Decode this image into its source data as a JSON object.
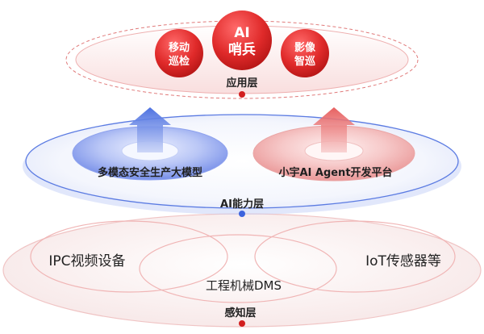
{
  "app_layer": {
    "label": "应用层",
    "center": {
      "line1": "AI",
      "line2": "哨兵"
    },
    "left": {
      "line1": "移动",
      "line2": "巡检"
    },
    "right": {
      "line1": "影像",
      "line2": "智巡"
    }
  },
  "ai_layer": {
    "label": "AI能力层",
    "left_module": "多模态安全生产大模型",
    "right_module": "小宇AI Agent开发平台"
  },
  "perception_layer": {
    "label": "感知层",
    "left_item": "IPC视频设备",
    "center_item": "工程机械DMS",
    "right_item": "IoT传感器等"
  },
  "colors": {
    "red": "#e02a2a",
    "blue": "#3d63dd",
    "text_dark": "#222222"
  }
}
